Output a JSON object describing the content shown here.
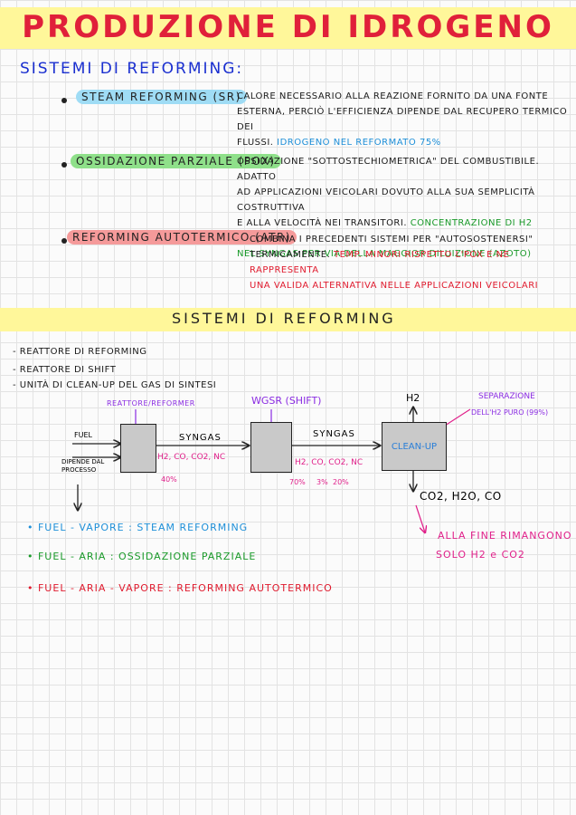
{
  "title": "PRODUZIONE DI IDROGENO",
  "section1": {
    "heading": "SISTEMI DI REFORMING:",
    "items": [
      {
        "label": "STEAM REFORMING (SR)",
        "lines": [
          "CALORE NECESSARIO ALLA REAZIONE FORNITO DA UNA FONTE",
          "ESTERNA, PERCIÒ L'EFFICIENZA DIPENDE DAL RECUPERO TERMICO DEI",
          "FLUSSI."
        ],
        "note": "IDROGENO NEL REFORMATO 75%"
      },
      {
        "label": "OSSIDAZIONE PARZIALE (POX)",
        "lines": [
          "OSSIDAZIONE \"SOTTOSTECHIOMETRICA\" DEL COMBUSTIBILE. ADATTO",
          "AD APPLICAZIONI VEICOLARI DOVUTO ALLA SUA SEMPLICITÀ COSTRUTTIVA",
          "E ALLA VELOCITÀ NEI TRANSITORI."
        ],
        "note1": "CONCENTRAZIONE DI H2 INFERIORE",
        "note2": "NEL SYNGAS PER VIA DELLA MAGGIOR DILUIZIONE (AZOTO)"
      },
      {
        "label": "REFORMING AUTOTERMICO (ATR)",
        "lines": [
          "COMBINA I PRECEDENTI SISTEMI PER \"AUTOSOSTENERSI\"",
          "TERMICAMENTE."
        ],
        "note1": "TEMP. MINORI RISPETTO L'POX E NE RAPPRESENTA",
        "note2": "UNA VALIDA ALTERNATIVA NELLE APPLICAZIONI VEICOLARI"
      }
    ]
  },
  "section2": {
    "heading": "SISTEMI DI REFORMING",
    "list": [
      "- REATTORE DI REFORMING",
      "- REATTORE DI SHIFT",
      "- UNITÀ DI CLEAN-UP DEL GAS DI SINTESI"
    ],
    "diagram": {
      "reactor_label": "REATTORE/REFORMER",
      "fuel": "FUEL",
      "process_in": "DIPENDE DAL PROCESSO",
      "syngas1": "SYNGAS",
      "products1": "H2, CO, CO2, NC",
      "pct1": "40%",
      "wgsr_label": "WGSR (SHIFT)",
      "syngas2": "SYNGAS",
      "products2": "H2, CO, CO2, NC",
      "pct2a": "70%",
      "pct2b": "3%",
      "pct2c": "20%",
      "cleanup": "CLEAN-UP",
      "h2": "H2",
      "separation1": "SEPARAZIONE",
      "separation2": "DELL'H2 PURO (99%)",
      "outputs": "CO2, H2O, CO",
      "final1": "ALLA FINE RIMANGONO",
      "final2": "SOLO H2 e CO2"
    },
    "combos": [
      "• FUEL - VAPORE : STEAM REFORMING",
      "• FUEL - ARIA : OSSIDAZIONE PARZIALE",
      "• FUEL - ARIA - VAPORE : REFORMING AUTOTERMICO"
    ]
  },
  "colors": {
    "title": "#e0203a",
    "heading": "#1a2fd0",
    "sr_highlight": "#9fdcf5",
    "pox_highlight": "#8fe08a",
    "atr_highlight": "#f59a9a"
  }
}
